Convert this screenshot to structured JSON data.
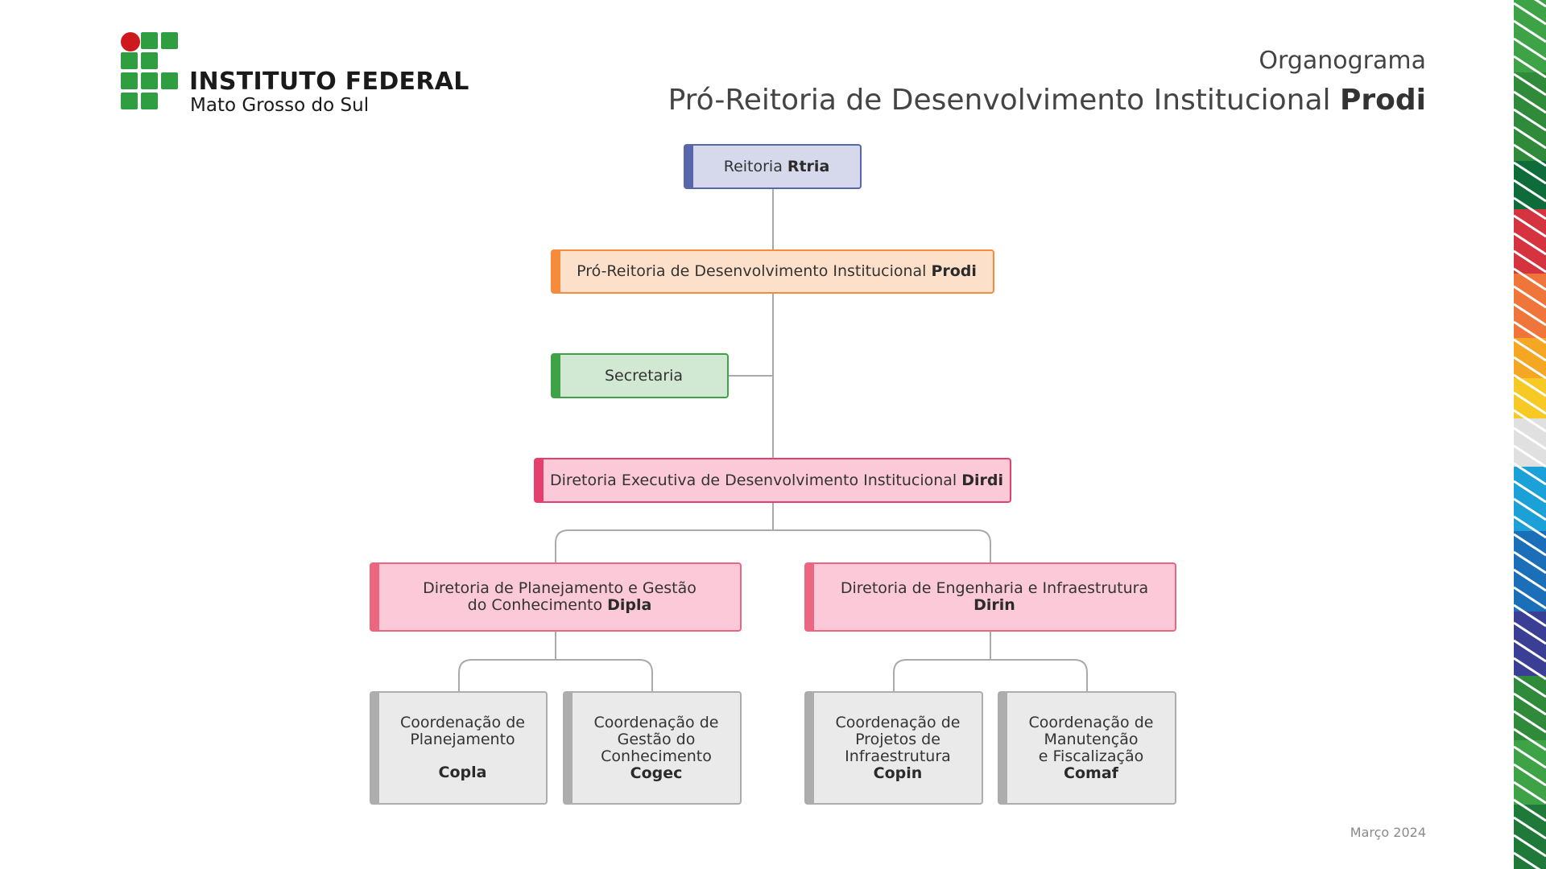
{
  "logo": {
    "name": "INSTITUTO FEDERAL",
    "subtitle": "Mato Grosso do Sul"
  },
  "header": {
    "kind": "Organograma",
    "title": "Pró-Reitoria de Desenvolvimento Institucional",
    "title_abbr": "Prodi"
  },
  "nodes": {
    "reitoria": {
      "name": "Reitoria",
      "abbr": "Rtria"
    },
    "prodi": {
      "name": "Pró-Reitoria de Desenvolvimento Institucional",
      "abbr": "Prodi"
    },
    "secretaria": {
      "name": "Secretaria"
    },
    "dirdi": {
      "name": "Diretoria Executiva de Desenvolvimento Institucional",
      "abbr": "Dirdi"
    },
    "dipla": {
      "line1": "Diretoria de Planejamento e Gestão",
      "line2": "do Conhecimento",
      "abbr": "Dipla"
    },
    "dirin": {
      "line1": "Diretoria de Engenharia e Infraestrutura",
      "abbr": "Dirin"
    },
    "copla": {
      "lines": [
        "Coordenação de",
        "Planejamento"
      ],
      "abbr": "Copla"
    },
    "cogec": {
      "lines": [
        "Coordenação de",
        "Gestão do",
        "Conhecimento"
      ],
      "abbr": "Cogec"
    },
    "copin": {
      "lines": [
        "Coordenação de",
        "Projetos de",
        "Infraestrutura"
      ],
      "abbr": "Copin"
    },
    "comaf": {
      "lines": [
        "Coordenação de",
        "Manutenção",
        "e Fiscalização"
      ],
      "abbr": "Comaf"
    }
  },
  "colors": {
    "reitoria": "#5866ac",
    "prodi": "#f58b3b",
    "secretaria": "#3ea347",
    "diretoria": "#e63f6f",
    "coordenacao": "#adadad",
    "connector": "#aaaaaa"
  },
  "footer": {
    "date": "Março 2024"
  }
}
